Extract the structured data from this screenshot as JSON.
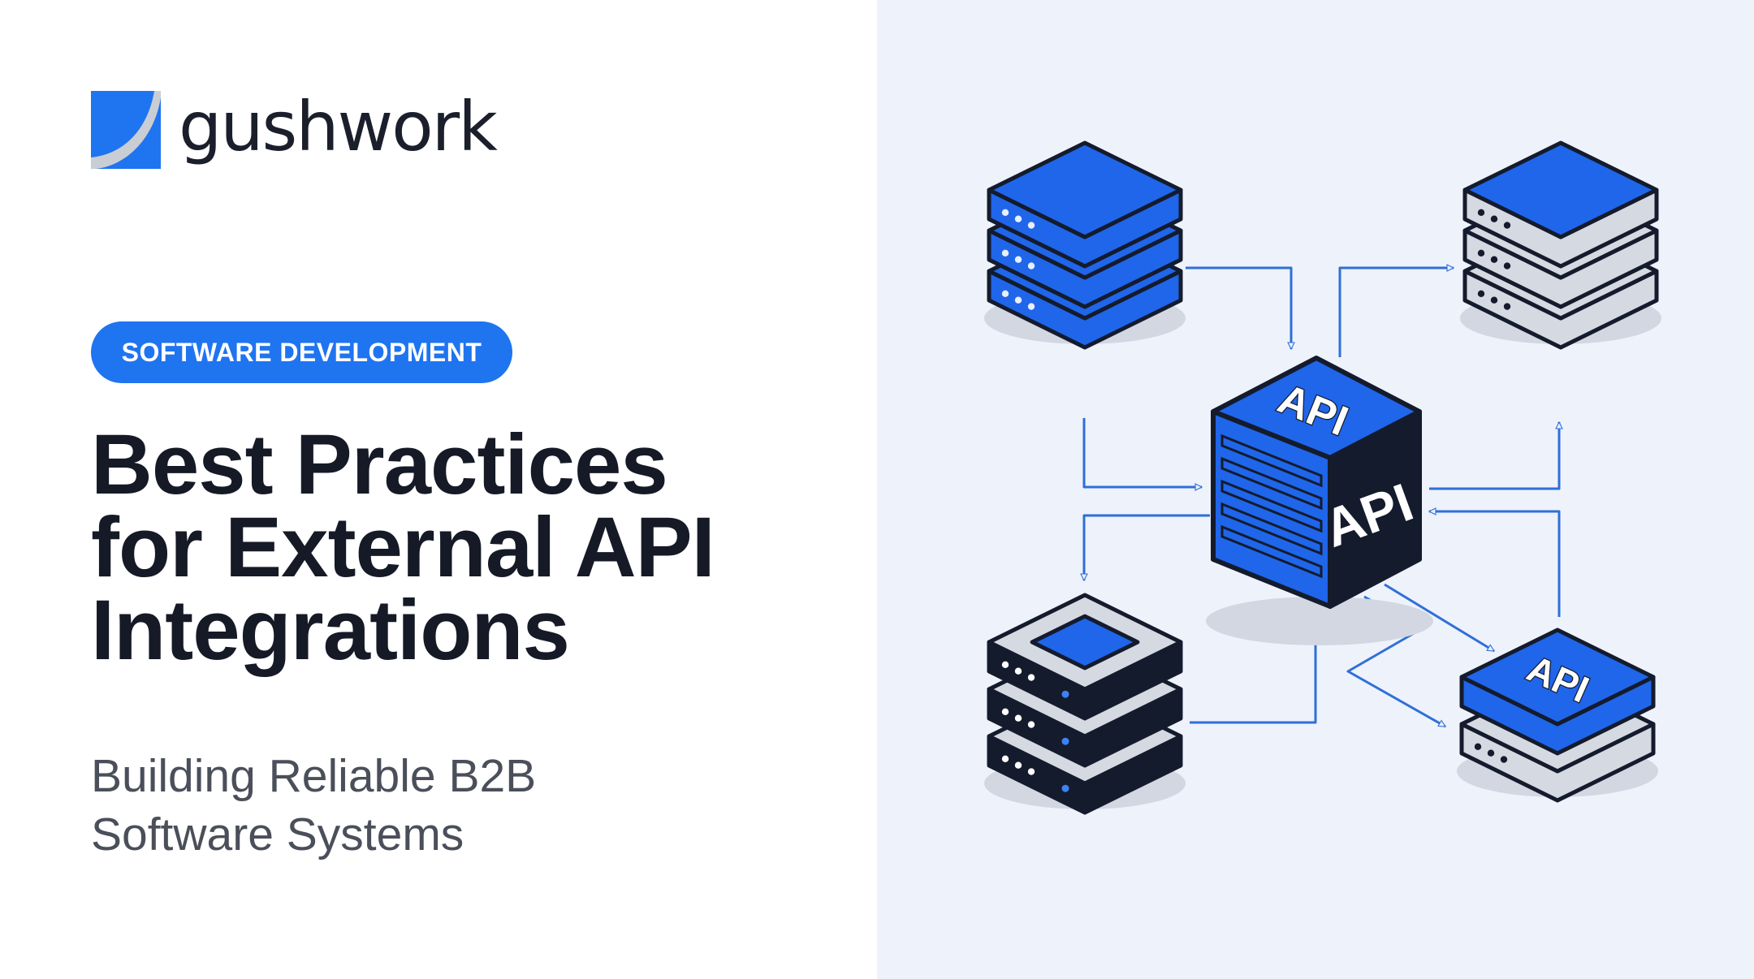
{
  "brand": {
    "name": "gushwork",
    "accent": "#1f74f0",
    "dark": "#151a26"
  },
  "category": "SOFTWARE DEVELOPMENT",
  "title": {
    "line1": "Best Practices",
    "line2": "for External API",
    "line3": "Integrations"
  },
  "subtitle": {
    "line1": "Building Reliable B2B",
    "line2": "Software Systems"
  },
  "diagram": {
    "hub_labels": {
      "top": "API",
      "side": "API"
    },
    "node_label": "API",
    "colors": {
      "blue": "#1f66ea",
      "ink": "#141b2d",
      "silver": "#d5d9e1",
      "background": "#eef2fb"
    }
  }
}
